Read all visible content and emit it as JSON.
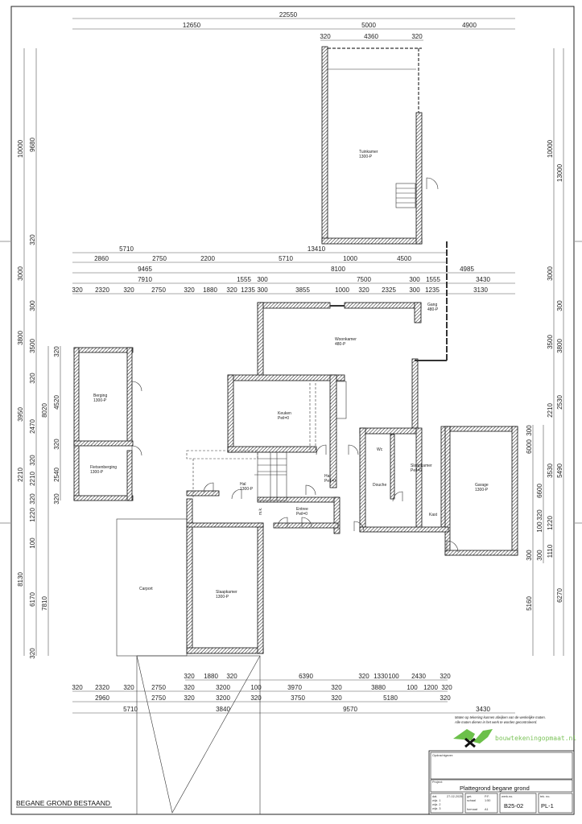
{
  "drawing_title": "BEGANE GROND BESTAAND",
  "note": [
    "Maten op tekening kunnen afwijken van de werkelijke maten.",
    "Alle maten dienen in het werk te worden gecontroleerd."
  ],
  "logo_text": "bouwtekeningopmaat.nl",
  "rooms": [
    {
      "name": "Tuinkamer",
      "level": "1300-P"
    },
    {
      "name": "Woonkamer",
      "level": "480-P"
    },
    {
      "name": "Gang",
      "level": "480-P"
    },
    {
      "name": "Keuken",
      "level": "Peil=0"
    },
    {
      "name": "Berging",
      "level": "1300-P"
    },
    {
      "name": "Fietsenberging",
      "level": "1300-P"
    },
    {
      "name": "Wc",
      "level": ""
    },
    {
      "name": "Slaapkamer",
      "level": "Peil=0"
    },
    {
      "name": "Douche",
      "level": ""
    },
    {
      "name": "Hal",
      "level": "1300-P"
    },
    {
      "name": "Hal",
      "level": "Peil=0"
    },
    {
      "name": "Entree",
      "level": "Peil=0"
    },
    {
      "name": "Kast",
      "level": ""
    },
    {
      "name": "Garage",
      "level": "1300-P"
    },
    {
      "name": "Carport",
      "level": ""
    },
    {
      "name": "Slaapkamer",
      "level": "1300-P"
    },
    {
      "name": "m.k.",
      "level": ""
    }
  ],
  "dimensions": {
    "top": [
      [
        "22550"
      ],
      [
        "12650",
        "5000",
        "4900"
      ],
      [
        "320",
        "4360",
        "320"
      ],
      [
        "5710",
        "13410"
      ],
      [
        "2860",
        "2750",
        "2200",
        "5710",
        "1000",
        "4500"
      ],
      [
        "9465",
        "8100",
        "4985"
      ],
      [
        "7910",
        "1555",
        "300",
        "7500",
        "300",
        "1555",
        "3430"
      ],
      [
        "320",
        "2320",
        "320",
        "2750",
        "320",
        "1880",
        "320",
        "1235",
        "300",
        "3855",
        "1000",
        "320",
        "2325",
        "300",
        "1235",
        "3130"
      ]
    ],
    "bottom": [
      [
        "320",
        "1880",
        "320",
        "6390",
        "320",
        "1330",
        "100",
        "2430",
        "320"
      ],
      [
        "320",
        "2320",
        "320",
        "2750",
        "320",
        "3200",
        "100",
        "3970",
        "320",
        "3880",
        "100",
        "1200",
        "320"
      ],
      [
        "2960",
        "2750",
        "320",
        "3200",
        "320",
        "3750",
        "320",
        "5180",
        "320"
      ],
      [
        "5710",
        "3840",
        "9570",
        "3430"
      ]
    ],
    "left": [
      [
        "10000",
        "3000",
        "3800",
        "3950",
        "2210",
        "8130"
      ],
      [
        "9680",
        "320",
        "300",
        "3500",
        "320",
        "2470",
        "320",
        "2210",
        "320",
        "1220",
        "100",
        "6170",
        "320"
      ],
      [
        "8020",
        "7810"
      ],
      [
        "320",
        "4520",
        "320",
        "2540",
        "320"
      ]
    ],
    "right": [
      [
        "10000",
        "3000",
        "3500",
        "2210",
        "3530",
        "1220",
        "1110"
      ],
      [
        "13000",
        "300",
        "3800",
        "2530",
        "5490",
        "6270"
      ],
      [
        "300",
        "6000",
        "300",
        "5160"
      ],
      [
        "6600",
        "320",
        "100",
        "300"
      ]
    ]
  },
  "title_block": {
    "client_label": "Opdrachtgever:",
    "client_value": "",
    "project_label": "Project:",
    "project_value": "Plattegrond begane grond",
    "date_label": "dat.",
    "date_value": "27-02-2025",
    "rev1": "wijz. 1",
    "rev2": "wijz. 2",
    "rev3": "wijz. 3",
    "drawn_label": "get.",
    "drawn_value": "P.F.",
    "scale_label": "schaal",
    "scale_value": "1:50",
    "format_label": "formaat",
    "format_value": "A1",
    "work_label": "werk.no.",
    "work_value": "B25-02",
    "sheet_label": "tek. no.",
    "sheet_value": "PL-1"
  },
  "colors": {
    "logo_green": "#6cc04a",
    "logo_text": "#7cc35a",
    "wall": "#111111"
  }
}
